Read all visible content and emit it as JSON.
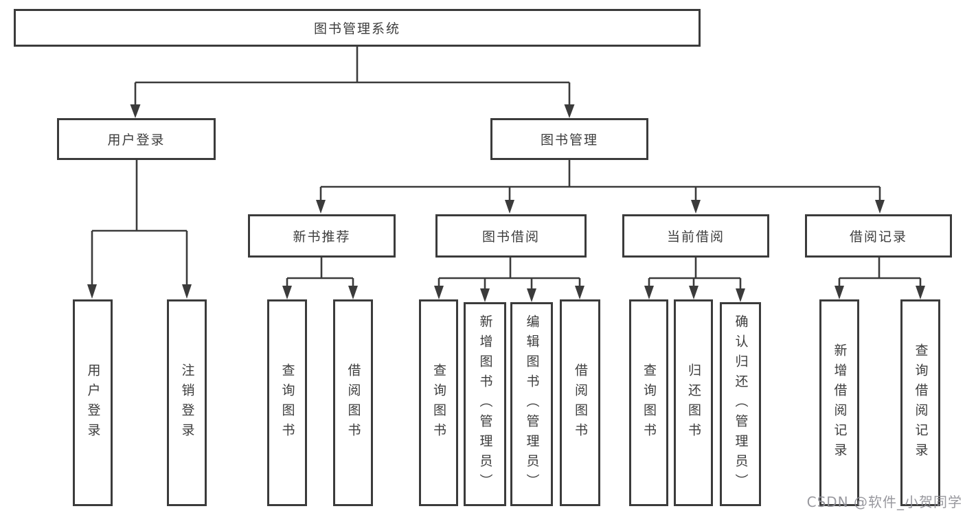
{
  "colors": {
    "line": "#3b3b3b",
    "text": "#3d3d3d",
    "box_bg": "#ffffff",
    "page_bg": "#ffffff",
    "watermark": "#8d8d94"
  },
  "watermark": "CSDN @软件_小贺同学",
  "nodes": {
    "root": {
      "label": "图书管理系统"
    },
    "user_login": {
      "label": "用户登录"
    },
    "book_mgmt": {
      "label": "图书管理"
    },
    "new_book_rec": {
      "label": "新书推荐"
    },
    "book_borrow": {
      "label": "图书借阅"
    },
    "current_borrow": {
      "label": "当前借阅"
    },
    "borrow_records": {
      "label": "借阅记录"
    },
    "leaf_user_login": {
      "label": "用户登录"
    },
    "leaf_logout": {
      "label": "注销登录"
    },
    "leaf_query_books_rec": {
      "label": "查询图书"
    },
    "leaf_borrow_books_rec": {
      "label": "借阅图书"
    },
    "leaf_query_books_borrow": {
      "label": "查询图书"
    },
    "leaf_add_books": {
      "label": "新增图书（管理员）"
    },
    "leaf_edit_books": {
      "label": "编辑图书（管理员）"
    },
    "leaf_borrow_books_borrow": {
      "label": "借阅图书"
    },
    "leaf_query_books_current": {
      "label": "查询图书"
    },
    "leaf_return_books": {
      "label": "归还图书"
    },
    "leaf_confirm_return": {
      "label": "确认归还（管理员）"
    },
    "leaf_add_borrow_record": {
      "label": "新增借阅记录"
    },
    "leaf_query_borrow_record": {
      "label": "查询借阅记录"
    }
  }
}
